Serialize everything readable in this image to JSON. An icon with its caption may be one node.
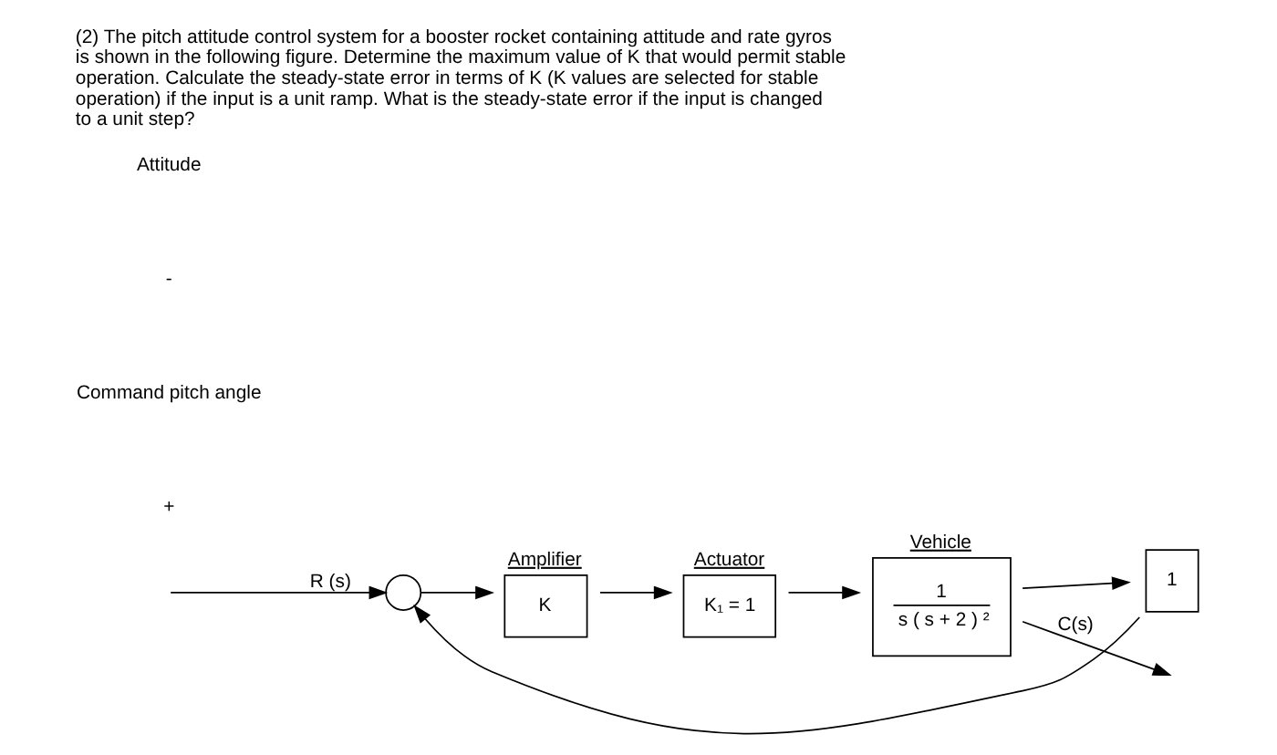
{
  "diagram": {
    "title": "(2) The pitch attitude control system for a booster rocket containing attitude and rate gyros is shown in the following figure. Determine the maximum value of K that would permit stable operation. Calculate the steady-state error in terms of K (K values are selected for stable operation) if the input is a unit ramp. What is the steady-state error if the input is changed to a unit step?",
    "nodes": [
      {
        "text": [],
        "shape": "circle"
      },
      {
        "text": [
          "Amplifier",
          "K"
        ]
      },
      {
        "text": [
          "Actuator",
          "K₁ = 1"
        ]
      },
      {
        "text": [
          "Vehicle",
          "1",
          "s ( s + 2 ) ²"
        ]
      },
      {
        "text": [
          "1"
        ]
      }
    ],
    "edges": [
      {
        "from": null,
        "to": 0,
        "arrow": "to",
        "label": "R (s)"
      },
      {
        "from": 0,
        "to": 1,
        "arrow": "to"
      },
      {
        "from": 1,
        "to": 2,
        "arrow": "to"
      },
      {
        "from": 2,
        "to": 3,
        "arrow": "to"
      },
      {
        "from": 3,
        "to": null,
        "arrow": "to",
        "label": "C(s)"
      },
      {
        "from": 3,
        "to": 4,
        "arrow": "to"
      },
      {
        "from": 4,
        "to": 0,
        "arrow": "to"
      }
    ],
    "labels": [
      "+",
      "Command pitch angle",
      "-",
      "Attitude"
    ]
  }
}
